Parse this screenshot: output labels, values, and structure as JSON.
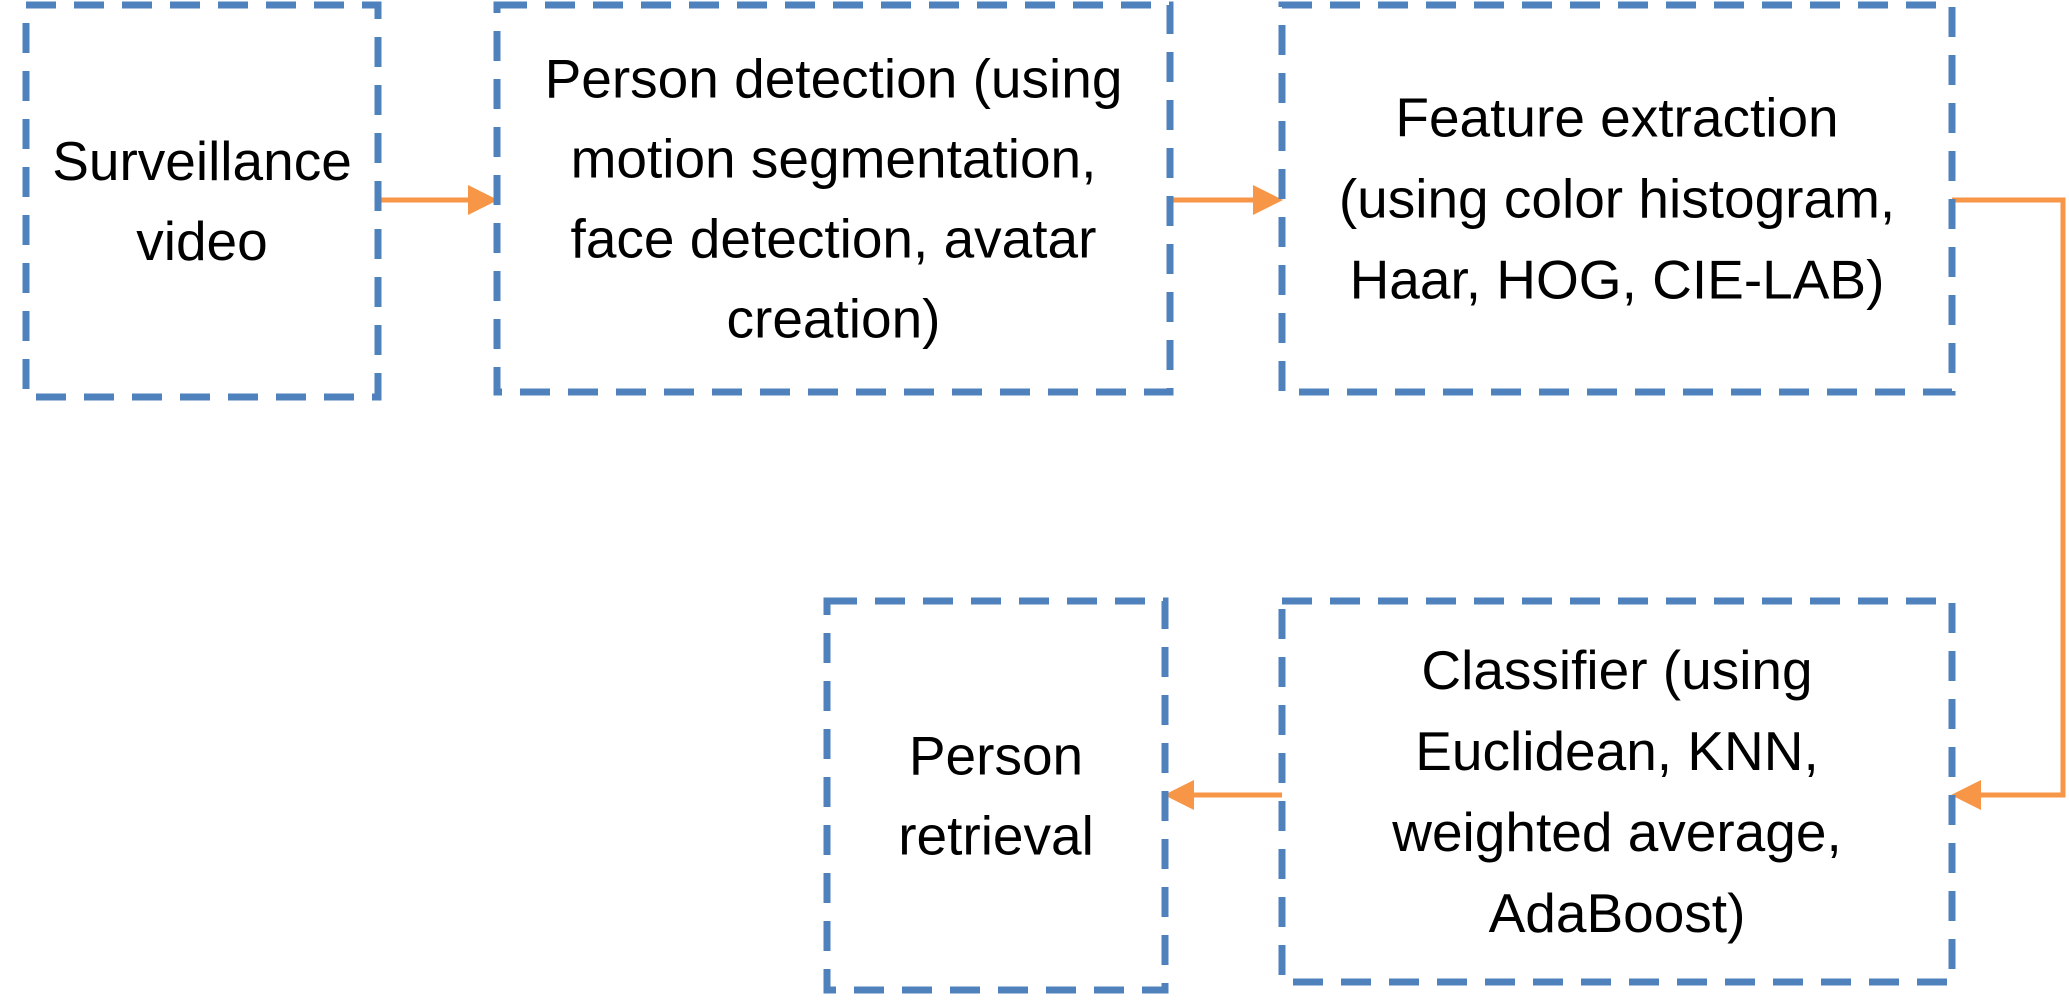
{
  "colors": {
    "box_border": "#4f81bd",
    "arrow": "#f79646",
    "text": "#000000",
    "background": "#ffffff"
  },
  "boxes": [
    {
      "id": "surveillance-video",
      "lines": [
        "Surveillance",
        "video"
      ]
    },
    {
      "id": "person-detection",
      "lines": [
        "Person detection (using",
        "motion segmentation,",
        "face detection, avatar",
        "creation)"
      ]
    },
    {
      "id": "feature-extraction",
      "lines": [
        "Feature extraction",
        "(using color histogram,",
        "Haar, HOG, CIE-LAB)"
      ]
    },
    {
      "id": "classifier",
      "lines": [
        "Classifier (using",
        "Euclidean, KNN,",
        "weighted average,",
        "AdaBoost)"
      ]
    },
    {
      "id": "person-retrieval",
      "lines": [
        "Person",
        "retrieval"
      ]
    }
  ],
  "arrows": [
    {
      "from": "surveillance-video",
      "to": "person-detection"
    },
    {
      "from": "person-detection",
      "to": "feature-extraction"
    },
    {
      "from": "feature-extraction",
      "to": "classifier"
    },
    {
      "from": "classifier",
      "to": "person-retrieval"
    }
  ]
}
